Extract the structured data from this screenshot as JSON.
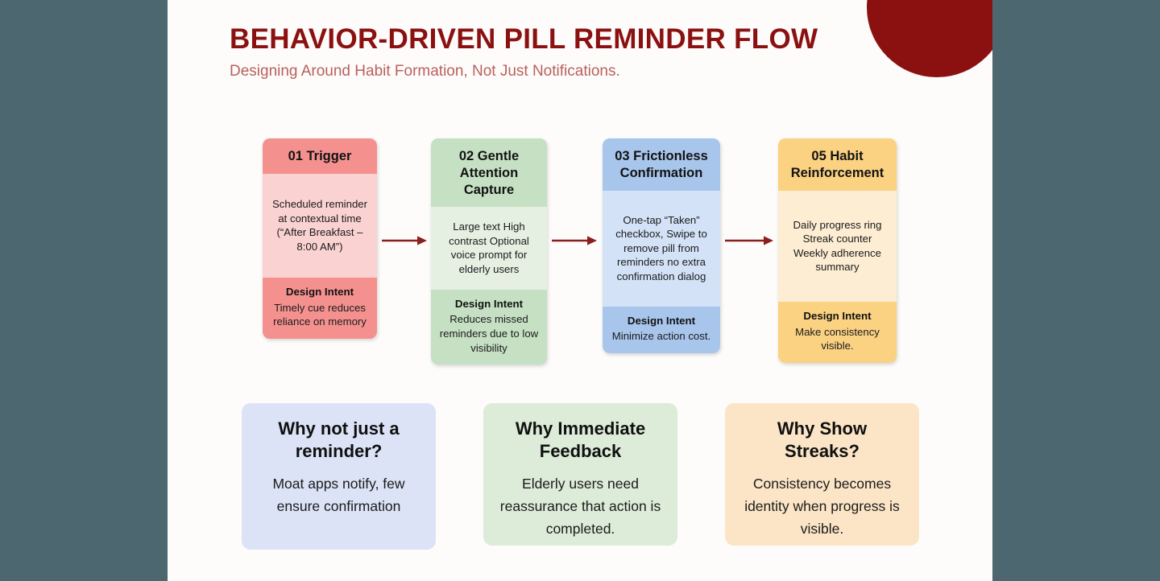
{
  "header": {
    "title": "BEHAVIOR-DRIVEN PILL REMINDER FLOW",
    "subtitle": "Designing Around Habit Formation, Not Just Notifications."
  },
  "theme": {
    "page_background": "#fdfcfa",
    "outer_background": "#4d6770",
    "accent_dark_red": "#8b1111",
    "subtitle_color": "#b9605e",
    "arrow_color": "#8b1f1f"
  },
  "flow": {
    "design_intent_label": "Design Intent",
    "steps": [
      {
        "heading": "01 Trigger",
        "body": "Scheduled reminder at contextual time (“After Breakfast – 8:00 AM”)",
        "intent_label": "Design Intent",
        "intent_text": "Timely cue reduces reliance on memory",
        "header_color": "#f4918f",
        "body_color": "#fbd2d2"
      },
      {
        "heading": "02 Gentle Attention Capture",
        "body": "Large text High contrast Optional voice prompt for elderly users",
        "intent_label": "Design Intent",
        "intent_text": "Reduces missed reminders due to low visibility",
        "header_color": "#c6e0c4",
        "body_color": "#e5f0e3"
      },
      {
        "heading": "03 Frictionless Confirmation",
        "body": "One-tap “Taken” checkbox, Swipe to remove pill from reminders no extra confirmation dialog",
        "intent_label": "Design Intent",
        "intent_text": "Minimize action cost.",
        "header_color": "#a8c5ec",
        "body_color": "#d3e2f7"
      },
      {
        "heading": "05  Habit Reinforcement",
        "body": "Daily progress ring Streak counter Weekly adherence summary",
        "intent_label": "Design Intent",
        "intent_text": "Make consistency visible.",
        "header_color": "#fbd182",
        "body_color": "#fdedd3"
      }
    ],
    "connectors": [
      "arrow-right-icon",
      "arrow-right-icon",
      "arrow-right-icon"
    ]
  },
  "why_cards": [
    {
      "title": "Why not just a reminder?",
      "text": "Moat apps notify, few ensure confirmation",
      "color": "#dce3f7"
    },
    {
      "title": "Why Immediate Feedback",
      "text": "Elderly users need reassurance that action is completed.",
      "color": "#ddebd9"
    },
    {
      "title": "Why Show Streaks?",
      "text": "Consistency becomes identity when progress is visible.",
      "color": "#fbe5c6"
    }
  ],
  "decor": {
    "circle": "decorative-circle"
  }
}
